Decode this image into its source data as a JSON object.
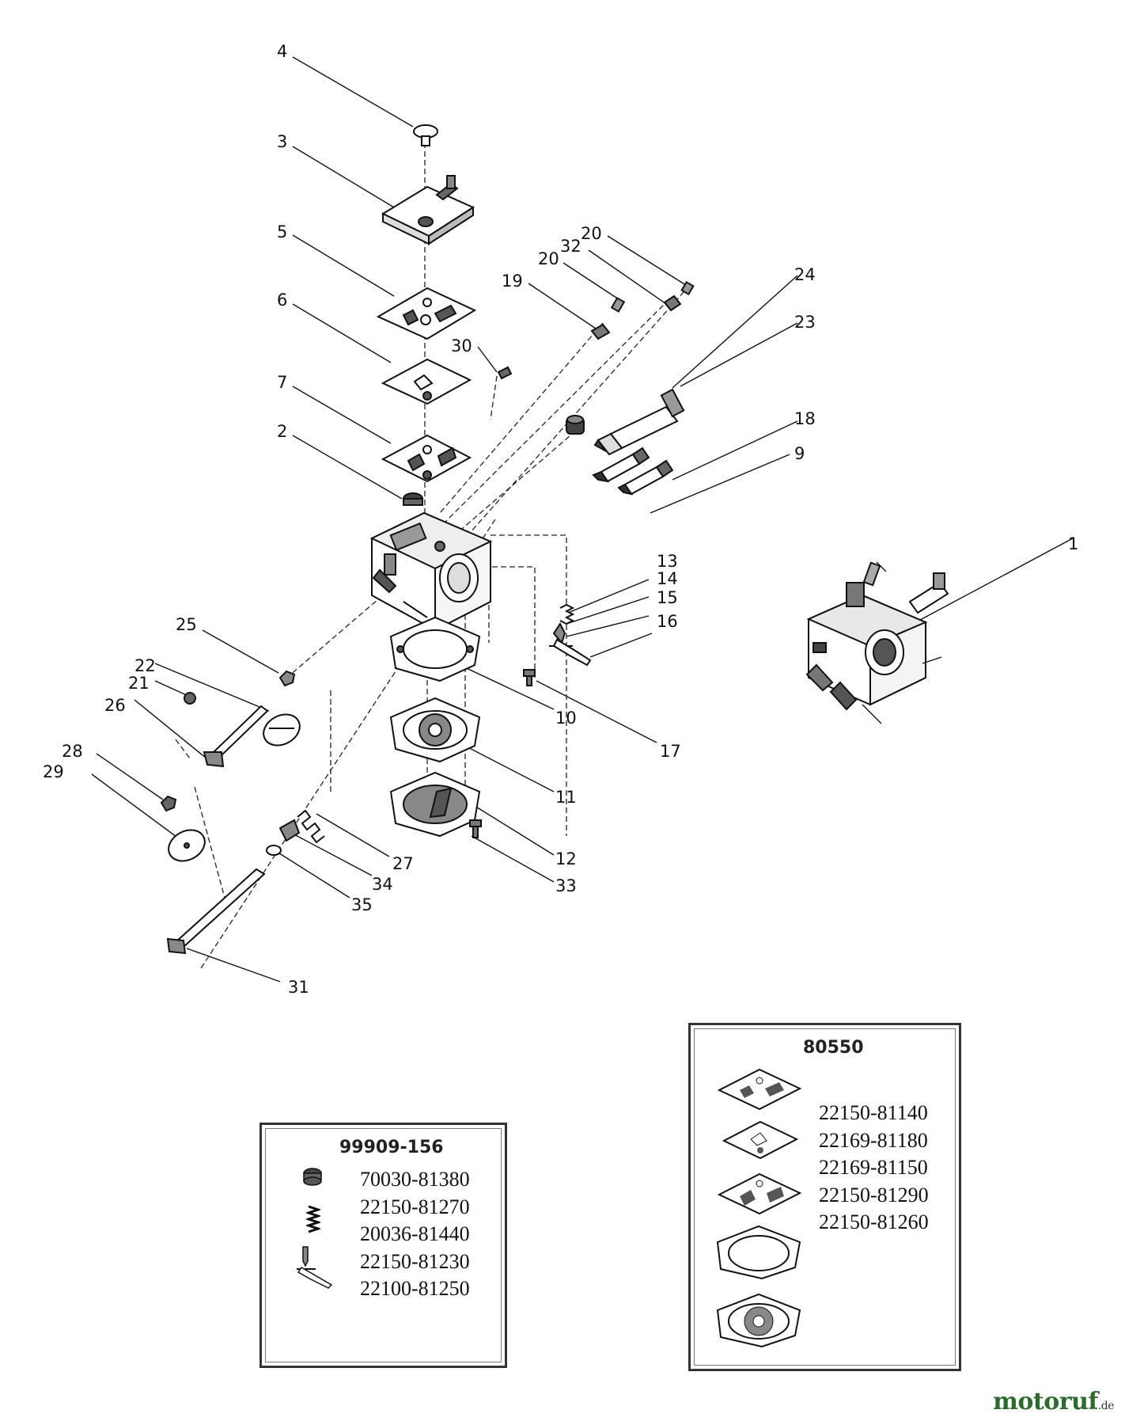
{
  "callouts": [
    "4",
    "3",
    "5",
    "6",
    "7",
    "2",
    "19",
    "20",
    "32",
    "20",
    "24",
    "30",
    "23",
    "18",
    "9",
    "1",
    "13",
    "14",
    "15",
    "16",
    "25",
    "22",
    "21",
    "26",
    "10",
    "17",
    "11",
    "28",
    "29",
    "27",
    "34",
    "35",
    "12",
    "33",
    "31"
  ],
  "kit_left": {
    "title": "99909-156",
    "parts": [
      "70030-81380",
      "22150-81270",
      "20036-81440",
      "22150-81230",
      "22100-81250"
    ],
    "icons": [
      "seat-icon",
      "spring-icon",
      "needle-valve-icon"
    ]
  },
  "kit_right": {
    "title": "80550",
    "parts": [
      "22150-81140",
      "22169-81180",
      "22169-81150",
      "22150-81290",
      "22150-81260"
    ],
    "icons": [
      "plate-gasket-icon",
      "plate-gasket-icon",
      "plate-gasket-icon",
      "diaphragm-gasket-icon",
      "diaphragm-icon"
    ]
  },
  "watermark": {
    "brand": "motoruf",
    "suffix": ".de"
  },
  "colors": {
    "line": "#111111",
    "watermark": "#2e6a2e"
  }
}
